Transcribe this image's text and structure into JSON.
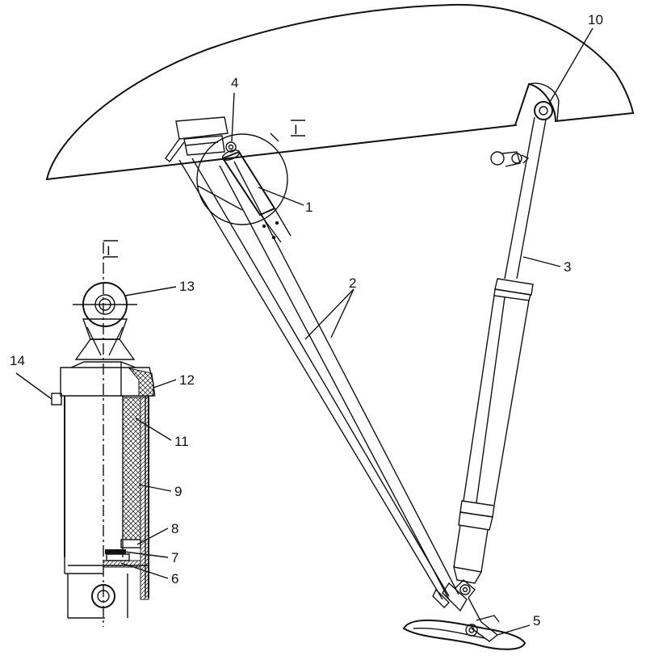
{
  "callouts": {
    "c1": "1",
    "c2": "2",
    "c3": "3",
    "c4": "4",
    "c5": "5",
    "c6": "6",
    "c7": "7",
    "c8": "8",
    "c9": "9",
    "c10": "10",
    "c11": "11",
    "c12": "12",
    "c13": "13",
    "c14": "14"
  },
  "detail_marks": {
    "main": "I",
    "inset": "I"
  },
  "colors": {
    "ink": "#111111",
    "paper": "#ffffff"
  }
}
